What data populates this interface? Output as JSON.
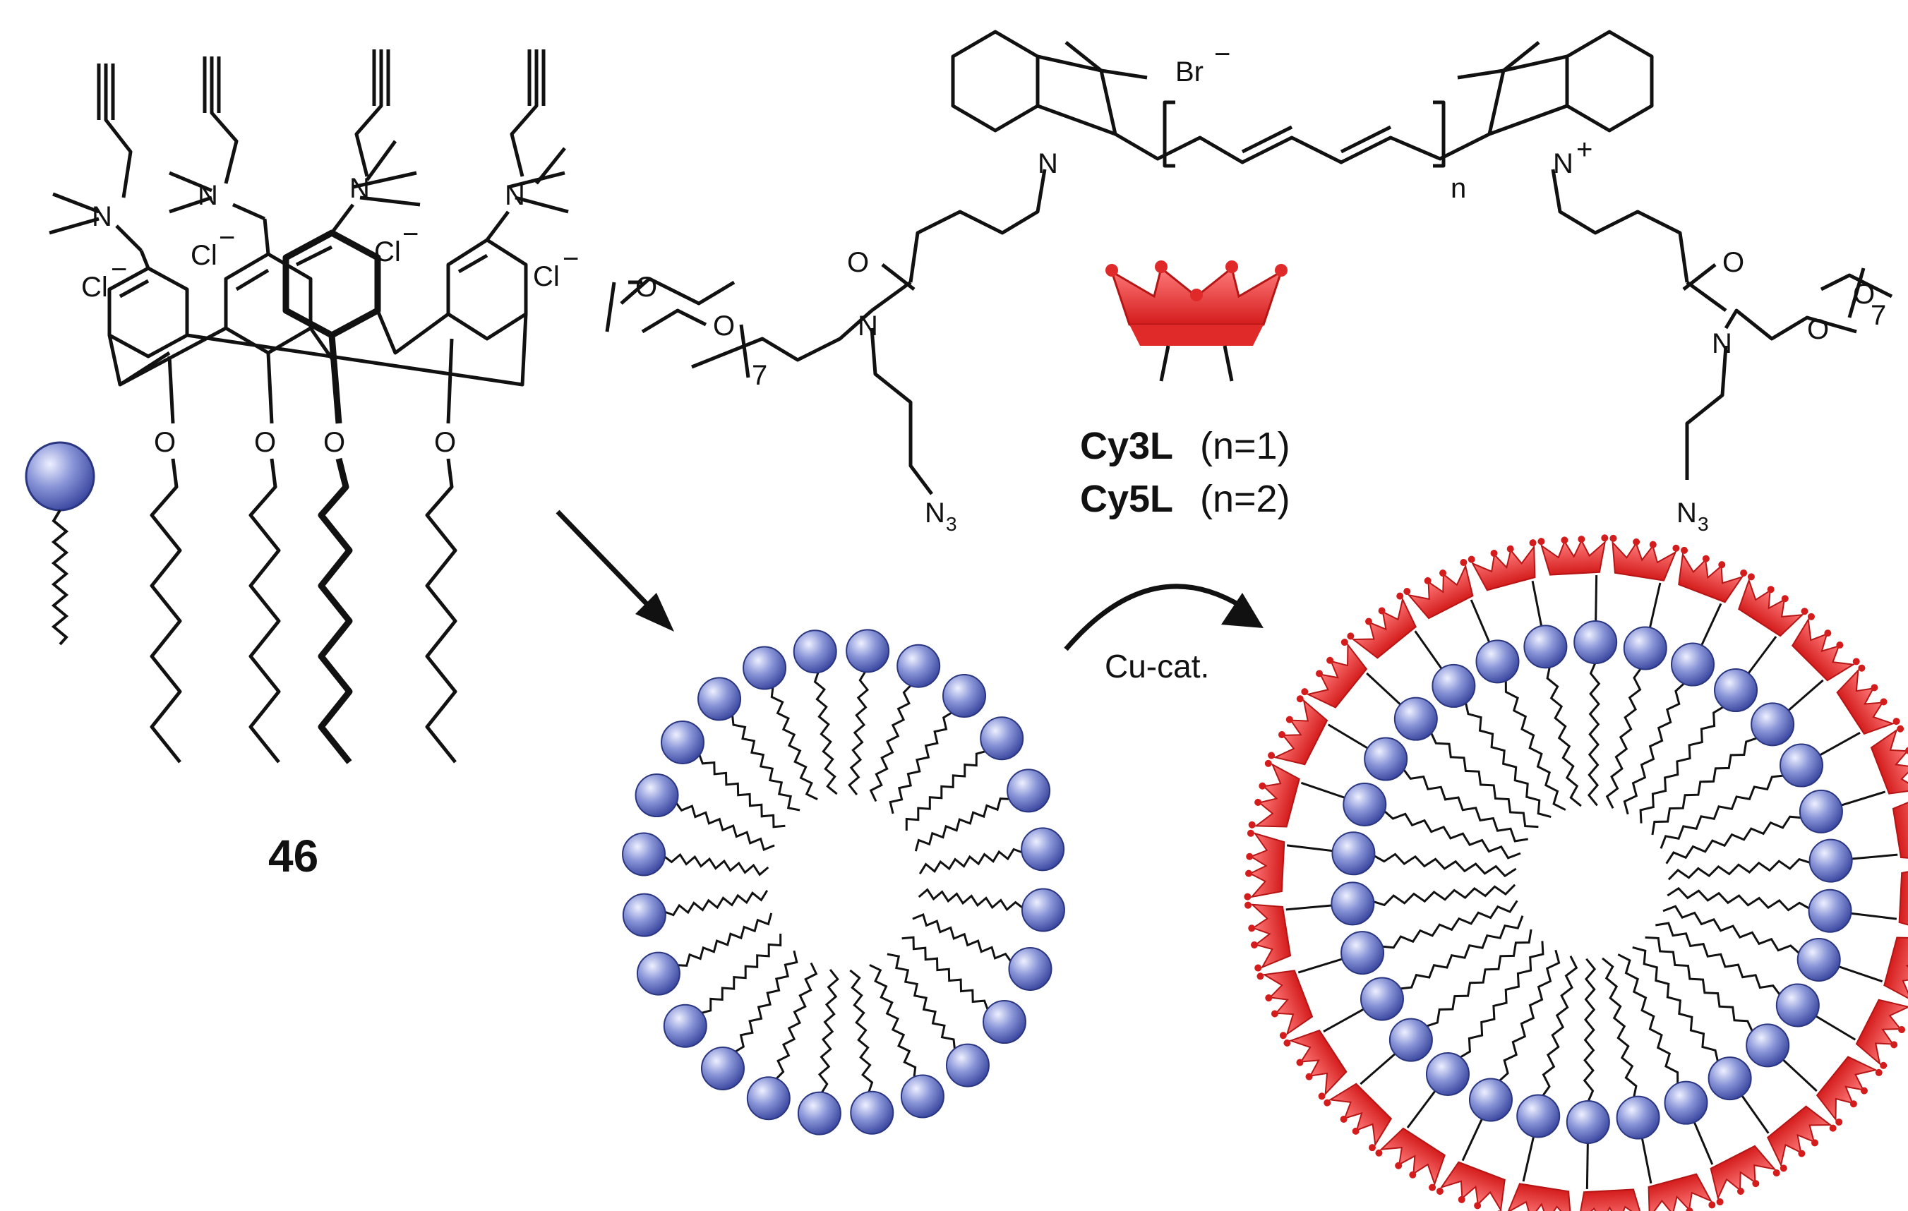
{
  "compound_number": "46",
  "counterions": {
    "chloride": "Cl",
    "bromide": "Br",
    "charge_minus": "−",
    "charge_plus": "+"
  },
  "atoms": {
    "nitrogen": "N",
    "oxygen": "O",
    "azide_N": "N",
    "azide_sub": "3",
    "repeat_7": "7",
    "repeat_n": "n"
  },
  "dye_labels": [
    {
      "name": "Cy3L",
      "cond": "(n=1)"
    },
    {
      "name": "Cy5L",
      "cond": "(n=2)"
    }
  ],
  "catalyst_label": "Cu-cat.",
  "colors": {
    "sphere_blue": "#4f5fb0",
    "sphere_highlight": "#e4e8ff",
    "crown_red": "#e02a2a",
    "crown_light": "#ff8a8a",
    "line": "#111111"
  },
  "icons": [
    "lipid-sphere-icon",
    "crown-dye-icon",
    "reaction-arrow-icon",
    "curved-arrow-icon"
  ]
}
